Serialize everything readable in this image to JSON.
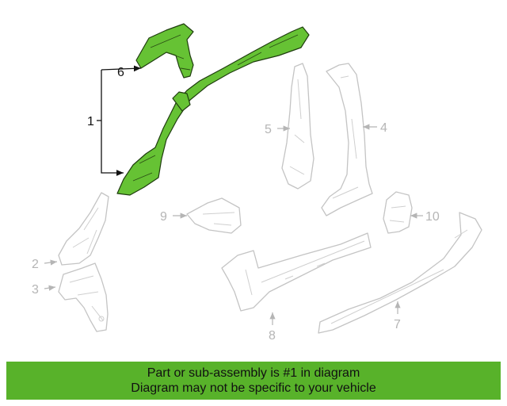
{
  "colors": {
    "highlight": "#66c234",
    "banner_bg": "#58b22a",
    "muted_part": "#c4c4c4",
    "muted_label": "#b5b5b5",
    "active_label": "#111111"
  },
  "callouts": {
    "c1": "1",
    "c2": "2",
    "c3": "3",
    "c4": "4",
    "c5": "5",
    "c6": "6",
    "c7": "7",
    "c8": "8",
    "c9": "9",
    "c10": "10"
  },
  "banner": {
    "line1": "Part or sub-assembly is #1 in diagram",
    "line2": "Diagram may not be specific to your vehicle"
  }
}
